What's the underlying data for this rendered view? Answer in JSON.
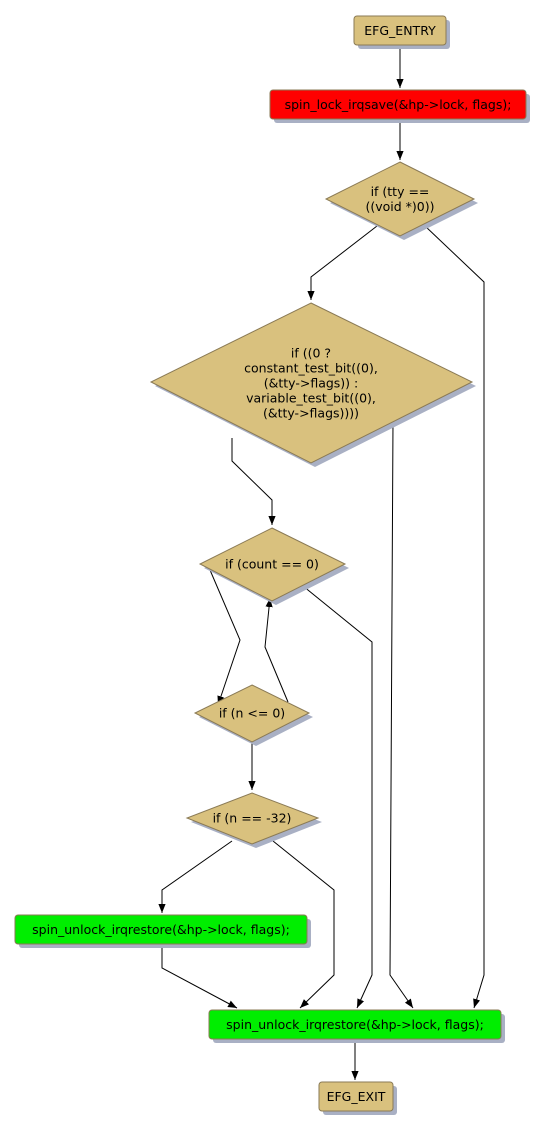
{
  "colors": {
    "default_fill": "#d9c17e",
    "red_fill": "#ff0000",
    "green_fill": "#00ee00",
    "shadow": "#a9b0c4",
    "edge": "#000000"
  },
  "nodes": {
    "efg_entry": {
      "lines": [
        "EFG_ENTRY"
      ]
    },
    "spin_lock": {
      "lines": [
        "spin_lock_irqsave(&hp->lock, flags);"
      ]
    },
    "if_tty": {
      "lines": [
        "if (tty ==",
        "((void *)0))"
      ]
    },
    "if_test_bit": {
      "lines": [
        "if ((0 ?",
        "constant_test_bit((0),",
        "(&tty->flags)) :",
        "variable_test_bit((0),",
        "(&tty->flags))))"
      ]
    },
    "if_count": {
      "lines": [
        "if (count == 0)"
      ]
    },
    "if_n_le": {
      "lines": [
        "if (n <= 0)"
      ]
    },
    "if_n_eq": {
      "lines": [
        "if (n == -32)"
      ]
    },
    "unlock_1": {
      "lines": [
        "spin_unlock_irqrestore(&hp->lock, flags);"
      ]
    },
    "unlock_2": {
      "lines": [
        "spin_unlock_irqrestore(&hp->lock, flags);"
      ]
    },
    "efg_exit": {
      "lines": [
        "EFG_EXIT"
      ]
    }
  }
}
